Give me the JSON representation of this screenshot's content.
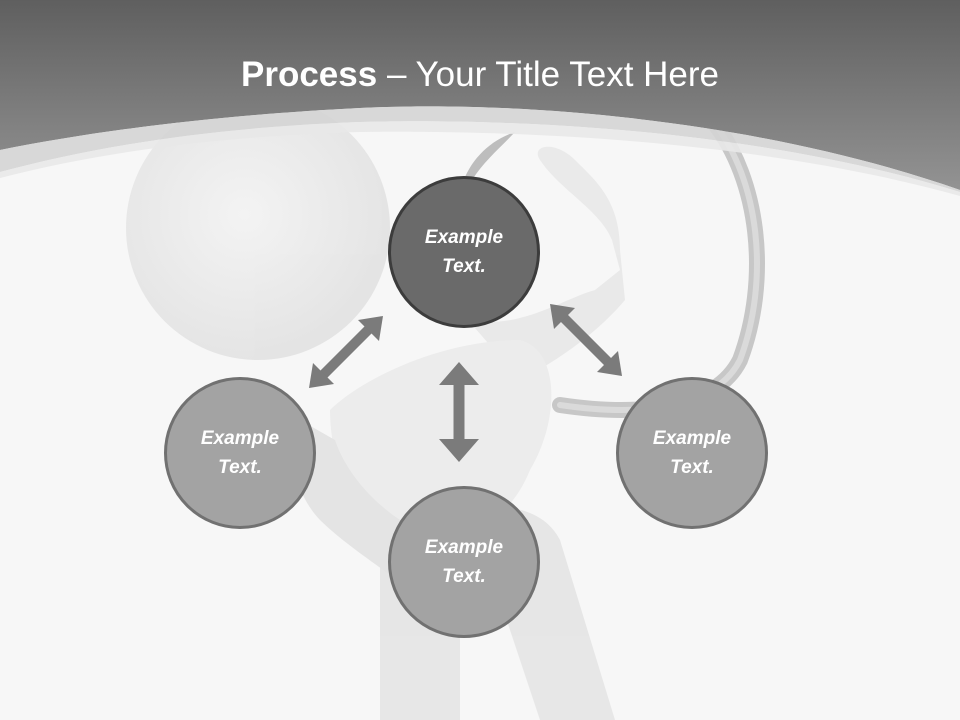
{
  "title": {
    "bold": "Process",
    "rest": " – Your Title Text Here"
  },
  "colors": {
    "header_dark": "#5f5f5f",
    "header_light": "#8e8e8e",
    "center_circle": "#6a6a6a",
    "outer_circle": "#a3a3a3",
    "arrow": "#7b7b7b"
  },
  "nodes": {
    "top": "Example\nText.",
    "left": "Example\nText.",
    "right": "Example\nText.",
    "bottom": "Example\nText."
  }
}
